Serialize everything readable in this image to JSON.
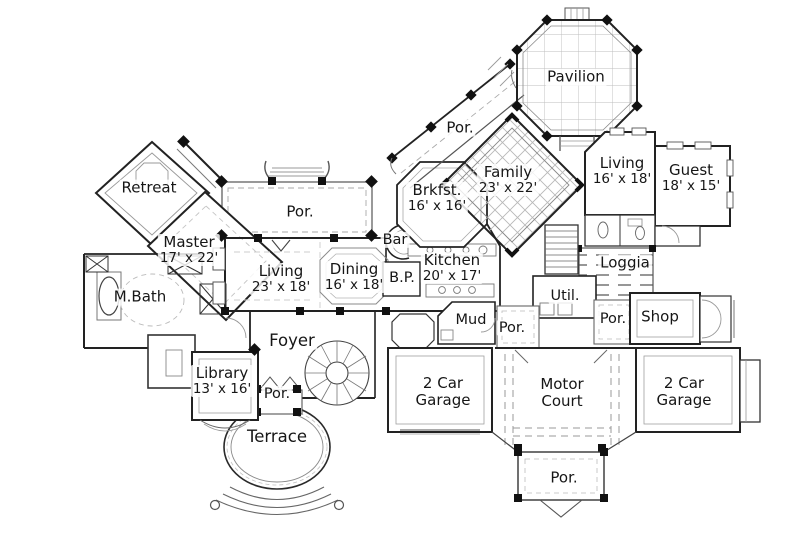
{
  "plan": {
    "type": "floor-plan",
    "colors": {
      "wall": "#1a1a1a",
      "detail": "#8a8a8a",
      "faint": "#c0c0c0",
      "background": "#ffffff",
      "text": "#161616"
    }
  },
  "rooms": [
    {
      "name": "Retreat"
    },
    {
      "name": "Por."
    },
    {
      "name": "Master",
      "dims": "17' x 22'"
    },
    {
      "name": "M.Bath"
    },
    {
      "name": "Living",
      "dims": "23' x 18'"
    },
    {
      "name": "Dining",
      "dims": "16' x 18'"
    },
    {
      "name": "Bar"
    },
    {
      "name": "B.P."
    },
    {
      "name": "Kitchen",
      "dims": "20' x 17'"
    },
    {
      "name": "Brkfst.",
      "dims": "16' x 16'"
    },
    {
      "name": "Family",
      "dims": "23' x 22'"
    },
    {
      "name": "Por."
    },
    {
      "name": "Pavilion"
    },
    {
      "name": "Living",
      "dims": "16' x 18'"
    },
    {
      "name": "Guest",
      "dims": "18' x 15'"
    },
    {
      "name": "Loggia"
    },
    {
      "name": "Util."
    },
    {
      "name": "Mud"
    },
    {
      "name": "Por."
    },
    {
      "name": "Por."
    },
    {
      "name": "Shop"
    },
    {
      "name": "Foyer"
    },
    {
      "name": "Library",
      "dims": "13' x 16'"
    },
    {
      "name": "Por."
    },
    {
      "name": "Terrace"
    },
    {
      "name": "2 Car Garage"
    },
    {
      "name": "Motor Court"
    },
    {
      "name": "2 Car Garage"
    },
    {
      "name": "Por."
    }
  ]
}
